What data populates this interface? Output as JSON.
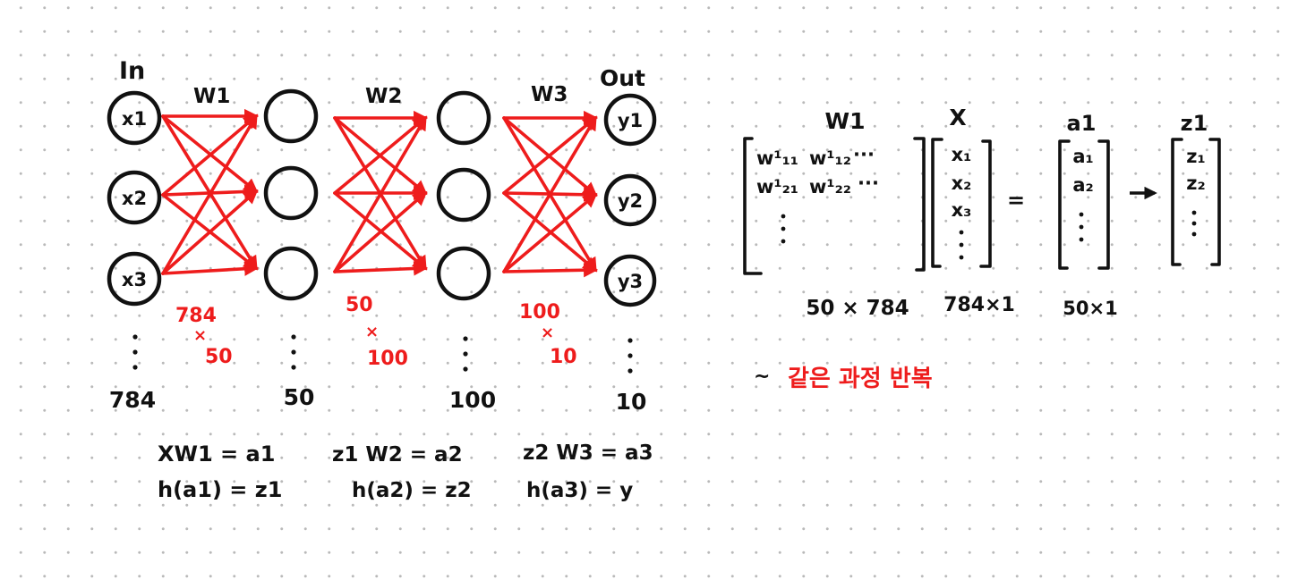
{
  "network": {
    "input_label": "In",
    "output_label": "Out",
    "weights": [
      "W1",
      "W2",
      "W3"
    ],
    "inputs": [
      "x1",
      "x2",
      "x3"
    ],
    "outputs": [
      "y1",
      "y2",
      "y3"
    ],
    "layer_sizes": [
      "784",
      "50",
      "100",
      "10"
    ],
    "weight_shapes": [
      {
        "rows": "784",
        "times": "×",
        "cols": "50"
      },
      {
        "rows": "50",
        "times": "×",
        "cols": "100"
      },
      {
        "rows": "100",
        "times": "×",
        "cols": "10"
      }
    ],
    "equations": [
      {
        "line1": "XW1 = a1",
        "line2": "h(a1) = z1"
      },
      {
        "line1": "z1 W2 = a2",
        "line2": "h(a2) = z2"
      },
      {
        "line1": "z2 W3 = a3",
        "line2": "h(a3) = y"
      }
    ]
  },
  "matrix": {
    "w_label": "W1",
    "w_entries": {
      "r1c1": "w¹₁₁",
      "r1c2": "w¹₁₂",
      "r1c3": "···",
      "r2c1": "w¹₂₁",
      "r2c2": "w¹₂₂",
      "r2c3": "···"
    },
    "w_shape": "50 × 784",
    "x_label": "X",
    "x_entries": [
      "x₁",
      "x₂",
      "x₃"
    ],
    "x_shape": "784×1",
    "equals": "=",
    "a_label": "a1",
    "a_entries": [
      "a₁",
      "a₂"
    ],
    "a_shape": "50×1",
    "arrow": "→",
    "z_label": "z1",
    "z_entries": [
      "z₁",
      "z₂"
    ]
  },
  "note": {
    "tilde": "~",
    "text": "같은 과정 반복"
  },
  "colors": {
    "ink": "#111111",
    "accent_red": "#ee1c1c",
    "dot_grid": "#b9b9b9"
  }
}
